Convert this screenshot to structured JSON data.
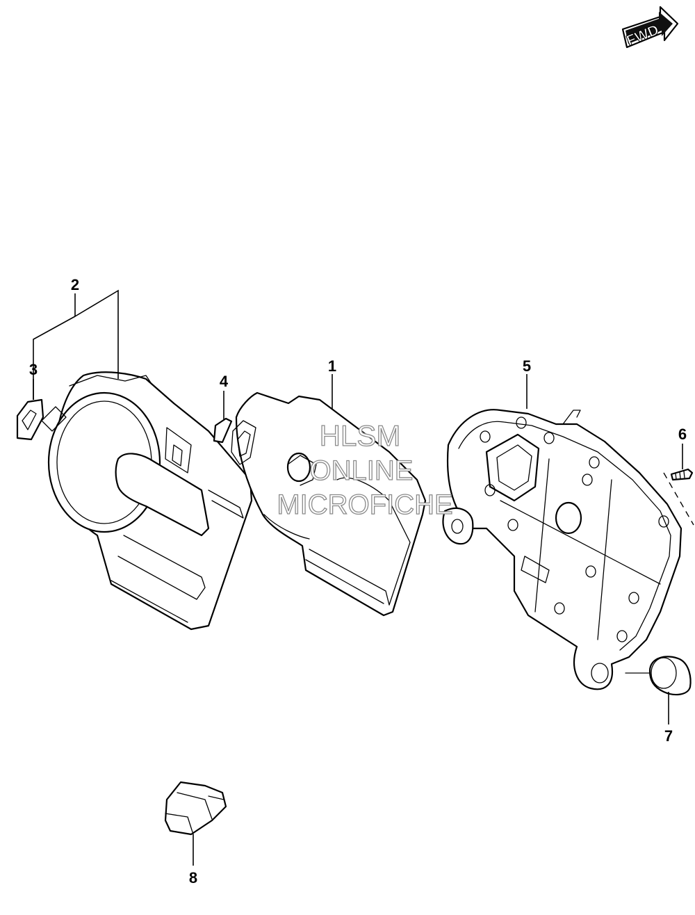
{
  "diagram": {
    "direction_badge": "FWD",
    "watermark": [
      "HLSM",
      "ONLINE",
      "MICROFICHE"
    ],
    "callouts": [
      "1",
      "2",
      "3",
      "4",
      "5",
      "6",
      "7",
      "8"
    ]
  }
}
